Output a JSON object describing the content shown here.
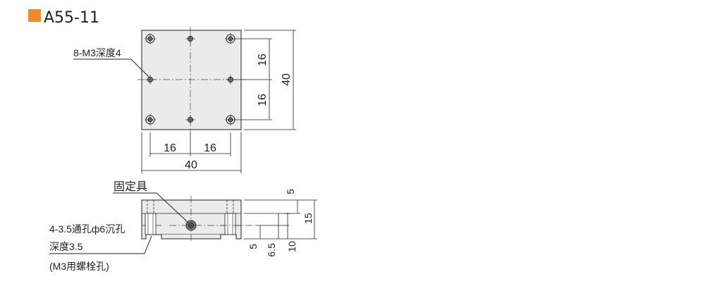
{
  "header": {
    "marker_color": "#f08a24",
    "model": "A55-11"
  },
  "top_view": {
    "hole_label": "8-M3深度4",
    "dim_width": "40",
    "dim_height": "40",
    "dim_h_pitch_left": "16",
    "dim_h_pitch_right": "16",
    "dim_v_pitch_top": "16",
    "dim_v_pitch_bottom": "16"
  },
  "side_view": {
    "clamp_label": "固定具",
    "counterbore_line1": "4-3.5通孔ф6沉孔",
    "counterbore_line2": "深度3.5",
    "counterbore_line3": "(M3用螺栓孔)",
    "dim_5_top": "5",
    "dim_15": "15",
    "dim_5_bottom": "5",
    "dim_6_5": "6.5",
    "dim_10": "10"
  },
  "colors": {
    "plate_fill": "#ebebeb",
    "line": "#222222",
    "accent": "#f08a24"
  }
}
